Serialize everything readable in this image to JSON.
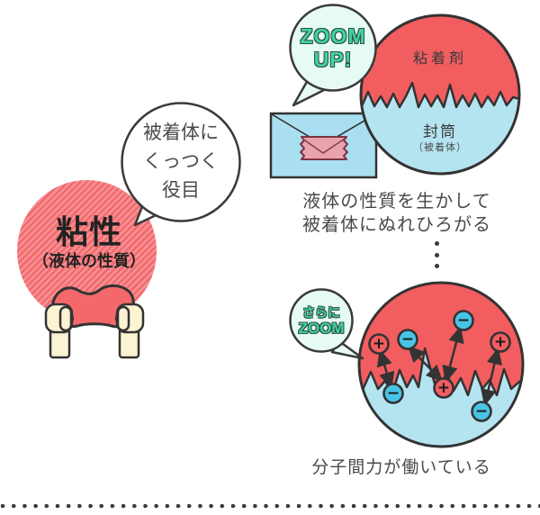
{
  "viscosity": {
    "title": "粘性",
    "subtitle": "（液体の性質）",
    "bubble": {
      "lines": [
        "被着体に",
        "くっつく",
        "役目"
      ]
    }
  },
  "zoom_up_bubble": {
    "line1": "ZOOM",
    "line2": "UP!"
  },
  "adhesive_circle": {
    "top_label": "粘着剤",
    "bottom_label": "封筒",
    "bottom_sublabel": "（被着体）"
  },
  "caption_wet": {
    "line1": "液体の性質を生かして",
    "line2": "被着体にぬれひろがる"
  },
  "further_zoom_bubble": {
    "line1": "さらに",
    "line2": "ZOOM"
  },
  "molecule_circle": {
    "charges": [
      {
        "sign": "+",
        "polarity": "positive"
      },
      {
        "sign": "−",
        "polarity": "negative"
      },
      {
        "sign": "−",
        "polarity": "negative"
      },
      {
        "sign": "+",
        "polarity": "positive"
      },
      {
        "sign": "−",
        "polarity": "negative"
      },
      {
        "sign": "+",
        "polarity": "positive"
      },
      {
        "sign": "−",
        "polarity": "negative"
      }
    ]
  },
  "caption_molecular": {
    "text": "分子間力が働いている"
  },
  "colors": {
    "red": "#f25d60",
    "hatch_red_light": "#f69194",
    "light_blue": "#b5e4f1",
    "envelope_blue": "#a9dff0",
    "charge_blue": "#47c4e5",
    "mint": "#e6fbf4",
    "teal_text": "#3ed3a8",
    "tape_pink": "#e9a3ad",
    "hand_cream": "#fcf3d3",
    "hand_orange": "#f3a51f",
    "outline": "#333333"
  }
}
